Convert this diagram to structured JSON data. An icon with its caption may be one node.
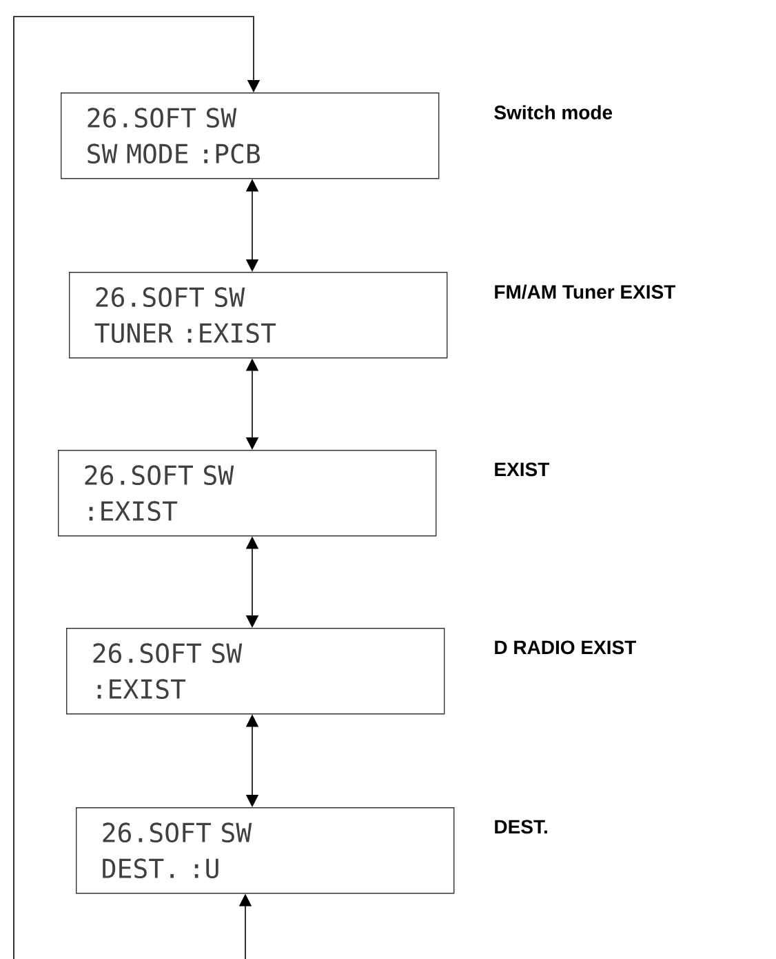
{
  "diagram": {
    "nodes": [
      {
        "text": [
          "26.SOFT SW",
          "SW MODE :PCB"
        ],
        "beside": [
          "Switch mode"
        ]
      },
      {
        "text": [
          "26.SOFT SW",
          "TUNER :EXIST"
        ],
        "beside": [
          "FM/AM Tuner EXIST"
        ]
      },
      {
        "text": [
          "26.SOFT SW",
          ":EXIST"
        ],
        "beside": [
          "EXIST"
        ]
      },
      {
        "text": [
          "26.SOFT SW",
          ":EXIST"
        ],
        "beside": [
          "D RADIO EXIST"
        ]
      },
      {
        "text": [
          "26.SOFT SW",
          "DEST. :U"
        ],
        "beside": [
          "DEST."
        ]
      }
    ],
    "edges": [
      {
        "from": null,
        "to": 0,
        "arrow": "to"
      },
      {
        "from": 0,
        "to": 1,
        "arrow": "both"
      },
      {
        "from": 1,
        "to": 2,
        "arrow": "both"
      },
      {
        "from": 2,
        "to": 3,
        "arrow": "both"
      },
      {
        "from": 3,
        "to": 4,
        "arrow": "both"
      },
      {
        "from": null,
        "to": 4,
        "arrow": "to"
      }
    ]
  }
}
